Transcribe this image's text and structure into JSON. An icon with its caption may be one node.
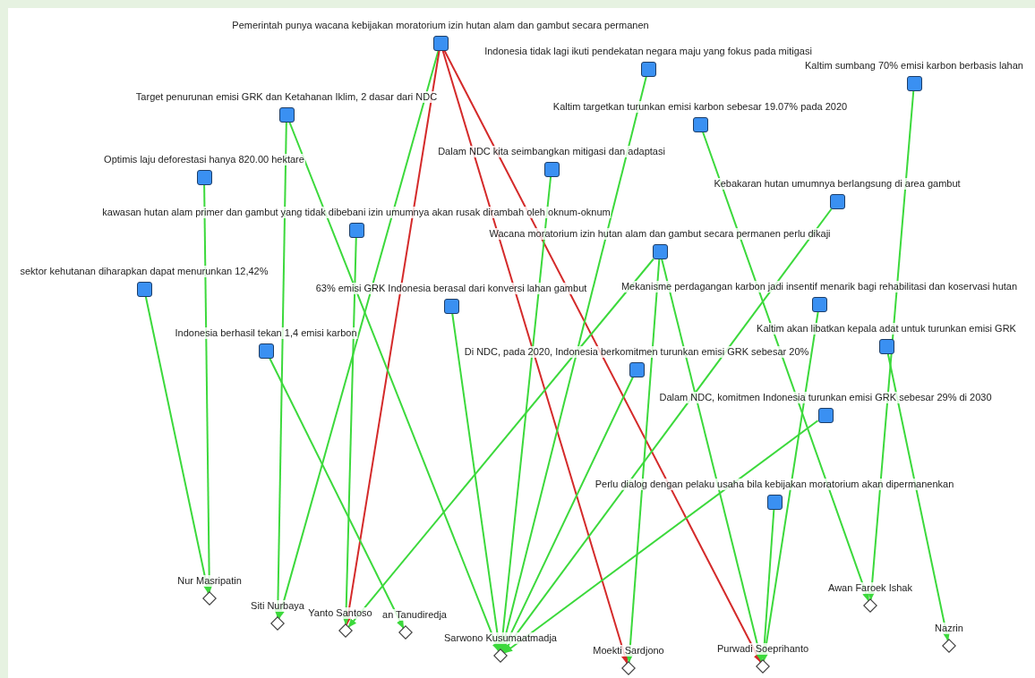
{
  "diagram": {
    "nodes": [
      {
        "text": [],
        "shape": "box",
        "beside": [
          "Pemerintah punya wacana kebijakan moratorium izin hutan alam dan gambut secara permanen"
        ]
      },
      {
        "text": [],
        "shape": "box",
        "beside": [
          "Indonesia tidak lagi ikuti pendekatan negara maju yang fokus pada mitigasi"
        ]
      },
      {
        "text": [],
        "shape": "box",
        "beside": [
          "Kaltim sumbang 70% emisi karbon berbasis lahan"
        ]
      },
      {
        "text": [],
        "shape": "box",
        "beside": [
          "Target penurunan emisi GRK dan Ketahanan Iklim, 2 dasar dari NDC"
        ]
      },
      {
        "text": [],
        "shape": "box",
        "beside": [
          "Kaltim targetkan turunkan emisi karbon sebesar 19.07% pada 2020"
        ]
      },
      {
        "text": [],
        "shape": "box",
        "beside": [
          "Dalam NDC kita seimbangkan mitigasi dan adaptasi"
        ]
      },
      {
        "text": [],
        "shape": "box",
        "beside": [
          "Optimis laju deforestasi hanya 820.00 hektare"
        ]
      },
      {
        "text": [],
        "shape": "box",
        "beside": [
          "Kebakaran hutan umumnya berlangsung di area gambut"
        ]
      },
      {
        "text": [],
        "shape": "box",
        "beside": [
          "kawasan hutan alam primer dan gambut yang tidak dibebani izin umumnya akan rusak dirambah oleh oknum-oknum"
        ]
      },
      {
        "text": [],
        "shape": "box",
        "beside": [
          "Wacana moratorium izin hutan alam dan gambut secara permanen perlu dikaji"
        ]
      },
      {
        "text": [],
        "shape": "box",
        "beside": [
          "sektor kehutanan diharapkan dapat menurunkan 12,42%"
        ]
      },
      {
        "text": [],
        "shape": "box",
        "beside": [
          "63% emisi GRK Indonesia berasal dari konversi lahan gambut"
        ]
      },
      {
        "text": [],
        "shape": "box",
        "beside": [
          "Mekanisme perdagangan karbon jadi insentif menarik bagi rehabilitasi dan koservasi hutan"
        ]
      },
      {
        "text": [],
        "shape": "box",
        "beside": [
          "Indonesia berhasil tekan 1,4 emisi karbon"
        ]
      },
      {
        "text": [],
        "shape": "box",
        "beside": [
          "Kaltim akan libatkan kepala adat untuk turunkan emisi GRK"
        ]
      },
      {
        "text": [],
        "shape": "box",
        "beside": [
          "Di NDC, pada 2020, Indonesia berkomitmen turunkan emisi GRK sebesar 20%"
        ]
      },
      {
        "text": [],
        "shape": "box",
        "beside": [
          "Dalam NDC, komitmen Indonesia turunkan emisi GRK sebesar 29% di 2030"
        ]
      },
      {
        "text": [],
        "shape": "box",
        "beside": [
          "Perlu dialog dengan pelaku usaha bila kebijakan moratorium akan dipermanenkan"
        ]
      },
      {
        "text": [],
        "shape": "diamond",
        "beside": [
          "Nur Masripatin"
        ]
      },
      {
        "text": [],
        "shape": "diamond",
        "beside": [
          "Siti Nurbaya"
        ]
      },
      {
        "text": [],
        "shape": "diamond",
        "beside": [
          "Yanto Santoso"
        ]
      },
      {
        "text": [],
        "shape": "diamond",
        "beside": [
          "an Tanudiredja"
        ]
      },
      {
        "text": [],
        "shape": "diamond",
        "beside": [
          "Sarwono Kusumaatmadja"
        ]
      },
      {
        "text": [],
        "shape": "diamond",
        "beside": [
          "Moekti Sardjono"
        ]
      },
      {
        "text": [],
        "shape": "diamond",
        "beside": [
          "Purwadi Soeprihanto"
        ]
      },
      {
        "text": [],
        "shape": "diamond",
        "beside": [
          "Awan Faroek Ishak"
        ]
      },
      {
        "text": [],
        "shape": "diamond",
        "beside": [
          "Nazrin"
        ]
      }
    ],
    "edges": [
      {
        "from": 0,
        "to": 19,
        "arrow": "to"
      },
      {
        "from": 0,
        "to": 20,
        "arrow": "to",
        "color": "#d42a2a"
      },
      {
        "from": 0,
        "to": 23,
        "arrow": "to",
        "color": "#d42a2a"
      },
      {
        "from": 0,
        "to": 24,
        "arrow": "to",
        "color": "#d42a2a"
      },
      {
        "from": 1,
        "to": 22,
        "arrow": "to"
      },
      {
        "from": 2,
        "to": 25,
        "arrow": "to"
      },
      {
        "from": 3,
        "to": 19,
        "arrow": "to"
      },
      {
        "from": 3,
        "to": 22,
        "arrow": "to"
      },
      {
        "from": 4,
        "to": 25,
        "arrow": "to"
      },
      {
        "from": 5,
        "to": 22,
        "arrow": "to"
      },
      {
        "from": 6,
        "to": 18,
        "arrow": "to"
      },
      {
        "from": 7,
        "to": 22,
        "arrow": "to"
      },
      {
        "from": 8,
        "to": 20,
        "arrow": "to"
      },
      {
        "from": 9,
        "to": 20,
        "arrow": "to"
      },
      {
        "from": 9,
        "to": 23,
        "arrow": "to"
      },
      {
        "from": 9,
        "to": 24,
        "arrow": "to"
      },
      {
        "from": 10,
        "to": 18,
        "arrow": "to"
      },
      {
        "from": 11,
        "to": 22,
        "arrow": "to"
      },
      {
        "from": 12,
        "to": 24,
        "arrow": "to"
      },
      {
        "from": 13,
        "to": 21,
        "arrow": "to"
      },
      {
        "from": 14,
        "to": 26,
        "arrow": "to"
      },
      {
        "from": 15,
        "to": 22,
        "arrow": "to"
      },
      {
        "from": 16,
        "to": 22,
        "arrow": "to"
      },
      {
        "from": 17,
        "to": 24,
        "arrow": "to"
      }
    ]
  }
}
